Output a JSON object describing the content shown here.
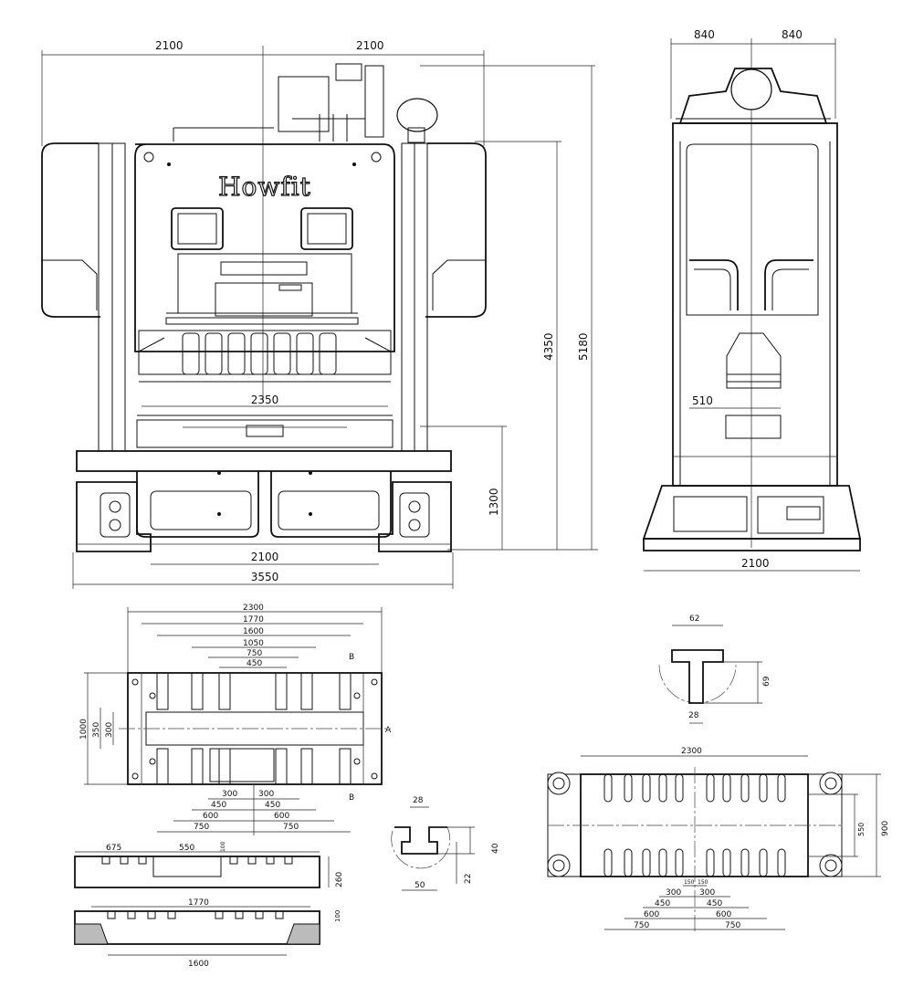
{
  "brand": "Howfit",
  "front_view": {
    "top_left_width": "2100",
    "top_right_width": "2100",
    "height_upper": "4350",
    "height_total": "5180",
    "bolster_width": "2350",
    "bed_height": "1300",
    "base_inner_width": "2100",
    "overall_width": "3550"
  },
  "side_view": {
    "top_left": "840",
    "top_right": "840",
    "slide_depth": "510",
    "base_width": "2100"
  },
  "bolster_plan": {
    "widths": [
      "2300",
      "1770",
      "1600",
      "1050",
      "750",
      "450"
    ],
    "left_heights": [
      "1000",
      "350",
      "300"
    ],
    "bottom_pairs": [
      {
        "left": "300",
        "right": "300"
      },
      {
        "left": "450",
        "right": "450"
      },
      {
        "left": "600",
        "right": "600"
      },
      {
        "left": "750",
        "right": "750"
      }
    ],
    "side_mark_right": "A",
    "section_mark": "B"
  },
  "bolster_section_1": {
    "left": "675",
    "middle": "550",
    "slot_depth": "100",
    "height": "260"
  },
  "bolster_section_2": {
    "top": "1770",
    "bottom": "1600",
    "depth": "100"
  },
  "t_slot_bolster": {
    "top": "28",
    "depth_1": "40",
    "depth_2": "22",
    "bottom": "50"
  },
  "t_slot_slide": {
    "top": "62",
    "height": "69",
    "bottom": "28"
  },
  "slide_plan": {
    "width": "2300",
    "height_outer": "900",
    "height_inner": "550",
    "center_left": "150",
    "center_right": "150",
    "pairs": [
      {
        "left": "300",
        "right": "300"
      },
      {
        "left": "450",
        "right": "450"
      },
      {
        "left": "600",
        "right": "600"
      },
      {
        "left": "750",
        "right": "750"
      }
    ]
  }
}
